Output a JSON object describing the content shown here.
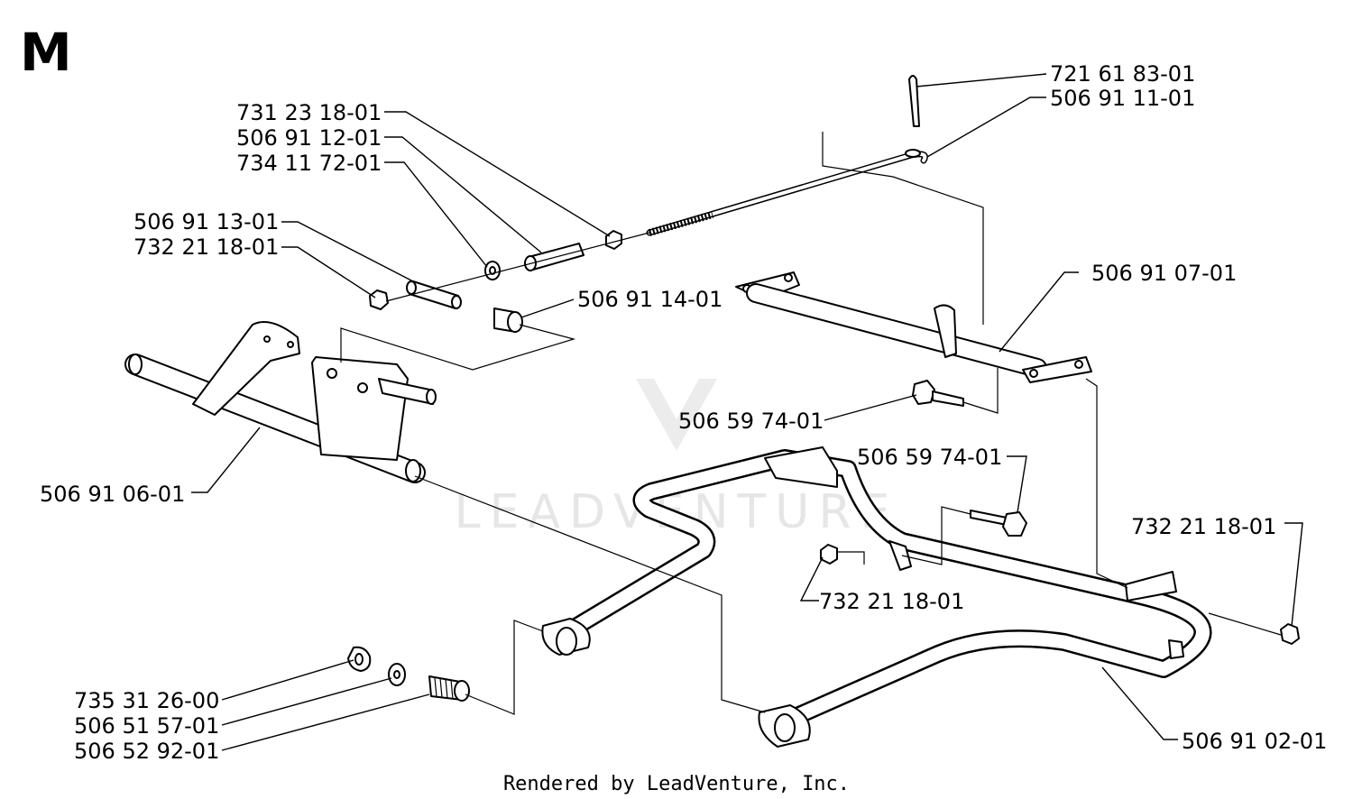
{
  "section_letter": "M",
  "footer": "Rendered by LeadVenture, Inc.",
  "watermark": "LEADVENTURE",
  "parts": [
    {
      "number": "721 61 83-01"
    },
    {
      "number": "506 91 11-01"
    },
    {
      "number": "731 23 18-01"
    },
    {
      "number": "506 91 12-01"
    },
    {
      "number": "734 11 72-01"
    },
    {
      "number": "506 91 13-01"
    },
    {
      "number": "732 21 18-01"
    },
    {
      "number": "506 91 14-01"
    },
    {
      "number": "506 91 07-01"
    },
    {
      "number": "506 59 74-01"
    },
    {
      "number": "506 91 06-01"
    },
    {
      "number": "506 59 74-01"
    },
    {
      "number": "732 21 18-01"
    },
    {
      "number": "732 21 18-01"
    },
    {
      "number": "735 31 26-00"
    },
    {
      "number": "506 51 57-01"
    },
    {
      "number": "506 52 92-01"
    },
    {
      "number": "506 91 02-01"
    }
  ]
}
